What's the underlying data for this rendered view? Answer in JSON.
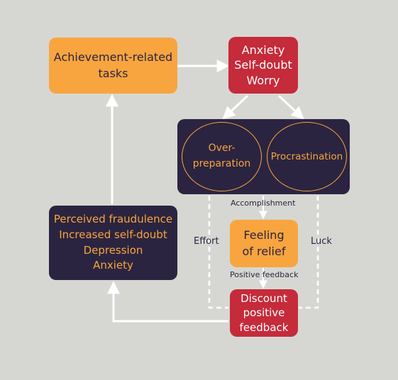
{
  "nodes": {
    "tasks": [
      "Achievement-related",
      "tasks"
    ],
    "anxiety": [
      "Anxiety",
      "Self-doubt",
      "Worry"
    ],
    "overprep": [
      "Over-",
      "preparation"
    ],
    "procrastination": "Procrastination",
    "relief": [
      "Feeling",
      "of relief"
    ],
    "discount": [
      "Discount",
      "positive",
      "feedback"
    ],
    "outcomes": [
      "Perceived fraudulence",
      "Increased self-doubt",
      "Depression",
      "Anxiety"
    ]
  },
  "labels": {
    "accomplishment": "Accomplishment",
    "positive_feedback": "Positive feedback",
    "effort": "Effort",
    "luck": "Luck"
  },
  "colors": {
    "background": "#d6d7d2",
    "orange": "#f8a53f",
    "red": "#c52b3a",
    "dark": "#2b2440",
    "arrow": "#ffffff"
  }
}
